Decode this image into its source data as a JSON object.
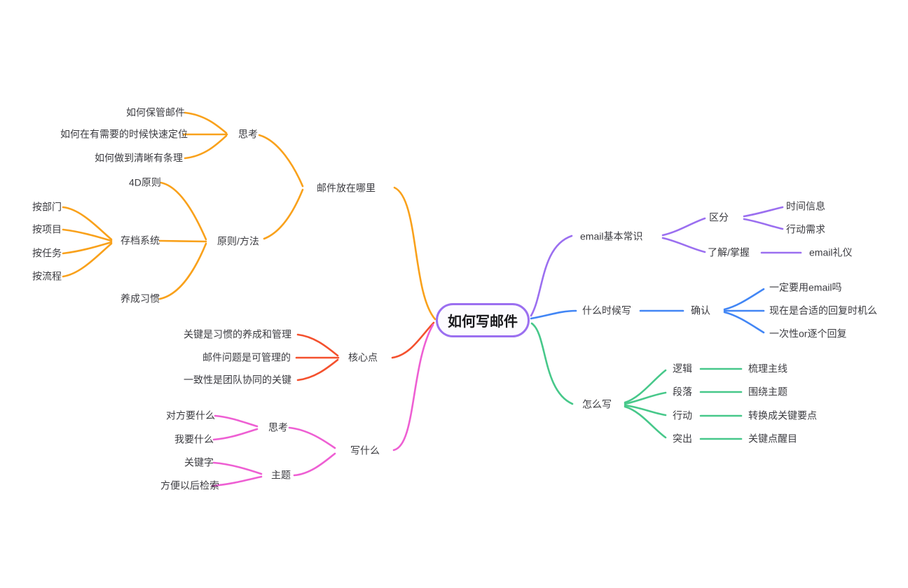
{
  "tree": {
    "label": "如何写邮件",
    "branches": [
      {
        "label": "邮件放在哪里",
        "color": "#F9A11B",
        "children": [
          {
            "label": "思考",
            "children": [
              {
                "label": "如何保管邮件"
              },
              {
                "label": "如何在有需要的时候快速定位"
              },
              {
                "label": "如何做到清晰有条理"
              }
            ]
          },
          {
            "label": "原则/方法",
            "children": [
              {
                "label": "4D原则"
              },
              {
                "label": "存档系统",
                "children": [
                  {
                    "label": "按部门"
                  },
                  {
                    "label": "按项目"
                  },
                  {
                    "label": "按任务"
                  },
                  {
                    "label": "按流程"
                  }
                ]
              },
              {
                "label": "养成习惯"
              }
            ]
          }
        ]
      },
      {
        "label": "核心点",
        "color": "#F4512E",
        "children": [
          {
            "label": "关键是习惯的养成和管理"
          },
          {
            "label": "邮件问题是可管理的"
          },
          {
            "label": "一致性是团队协同的关键"
          }
        ]
      },
      {
        "label": "写什么",
        "color": "#EE5FD3",
        "children": [
          {
            "label": "思考",
            "children": [
              {
                "label": "对方要什么"
              },
              {
                "label": "我要什么"
              }
            ]
          },
          {
            "label": "主题",
            "children": [
              {
                "label": "关键字"
              },
              {
                "label": "方便以后检索"
              }
            ]
          }
        ]
      },
      {
        "label": "email基本常识",
        "color": "#9B6FF0",
        "children": [
          {
            "label": "区分",
            "children": [
              {
                "label": "时间信息"
              },
              {
                "label": "行动需求"
              }
            ]
          },
          {
            "label": "了解/掌握",
            "children": [
              {
                "label": "email礼仪"
              }
            ]
          }
        ]
      },
      {
        "label": "什么时候写",
        "color": "#4286F5",
        "children": [
          {
            "label": "确认",
            "children": [
              {
                "label": "一定要用email吗"
              },
              {
                "label": "现在是合适的回复时机么"
              },
              {
                "label": "一次性or逐个回复"
              }
            ]
          }
        ]
      },
      {
        "label": "怎么写",
        "color": "#47C88A",
        "children": [
          {
            "label": "逻辑",
            "children": [
              {
                "label": "梳理主线"
              }
            ]
          },
          {
            "label": "段落",
            "children": [
              {
                "label": "围绕主题"
              }
            ]
          },
          {
            "label": "行动",
            "children": [
              {
                "label": "转换成关键要点"
              }
            ]
          },
          {
            "label": "突出",
            "children": [
              {
                "label": "关键点醒目"
              }
            ]
          }
        ]
      }
    ]
  }
}
